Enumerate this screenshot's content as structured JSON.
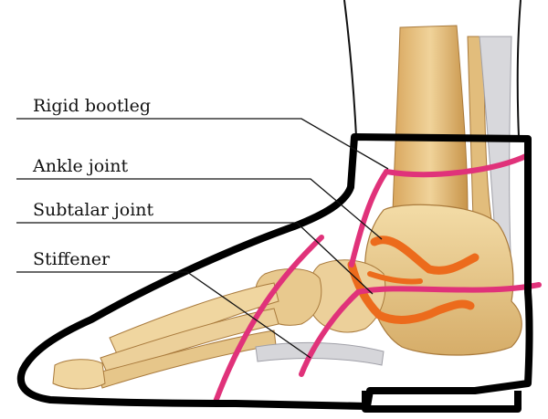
{
  "labels": {
    "rigid_bootleg": "Rigid bootleg",
    "ankle_joint": "Ankle joint",
    "subtalar_joint": "Subtalar joint",
    "stiffener": "Stiffener"
  },
  "colors": {
    "boot_outline": "#000000",
    "trim_lines": "#e0327a",
    "joint_axes": "#ec6b1c",
    "bone": "#e8c98e",
    "bone_shadow": "#c9a15a",
    "tendon": "#cfcfd2",
    "text": "#111111"
  },
  "icons": {
    "illustration": "foot-anatomy-in-boot"
  }
}
